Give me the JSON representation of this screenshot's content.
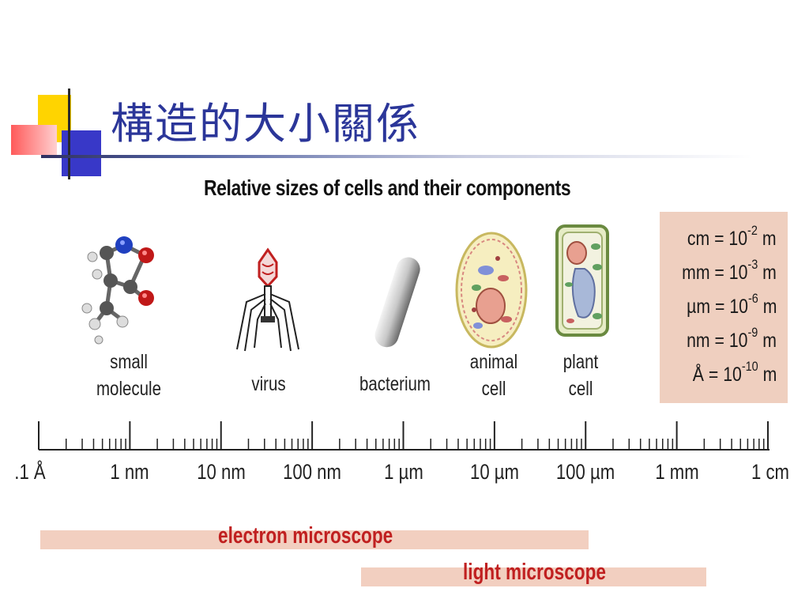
{
  "slide": {
    "title": "構造的大小關係"
  },
  "figure": {
    "title": "Relative sizes of cells and their components",
    "objects": [
      {
        "line1": "small",
        "line2": "molecule"
      },
      {
        "line1": "virus",
        "line2": ""
      },
      {
        "line1": "bacterium",
        "line2": ""
      },
      {
        "line1": "animal",
        "line2": "cell"
      },
      {
        "line1": "plant",
        "line2": "cell"
      }
    ],
    "units": [
      {
        "left": "cm = 10",
        "exp": "-2",
        "right": " m"
      },
      {
        "left": "mm = 10",
        "exp": "-3",
        "right": " m"
      },
      {
        "left": "µm = 10",
        "exp": "-6",
        "right": " m"
      },
      {
        "left": "nm = 10",
        "exp": "-9",
        "right": " m"
      },
      {
        "left": "Å  = 10",
        "exp": "-10",
        "right": " m"
      }
    ],
    "scale_labels": [
      ".1 Å",
      "1 nm",
      "10 nm",
      "100 nm",
      "1 µm",
      "10 µm",
      "100 µm",
      "1 mm",
      "1 cm"
    ],
    "ranges": [
      {
        "label": "electron microscope"
      },
      {
        "label": "light microscope"
      }
    ],
    "colors": {
      "title": "#2b3699",
      "units_box": "#efcfbf",
      "range_bar": "#f2cfc0",
      "range_text": "#c02020"
    }
  }
}
